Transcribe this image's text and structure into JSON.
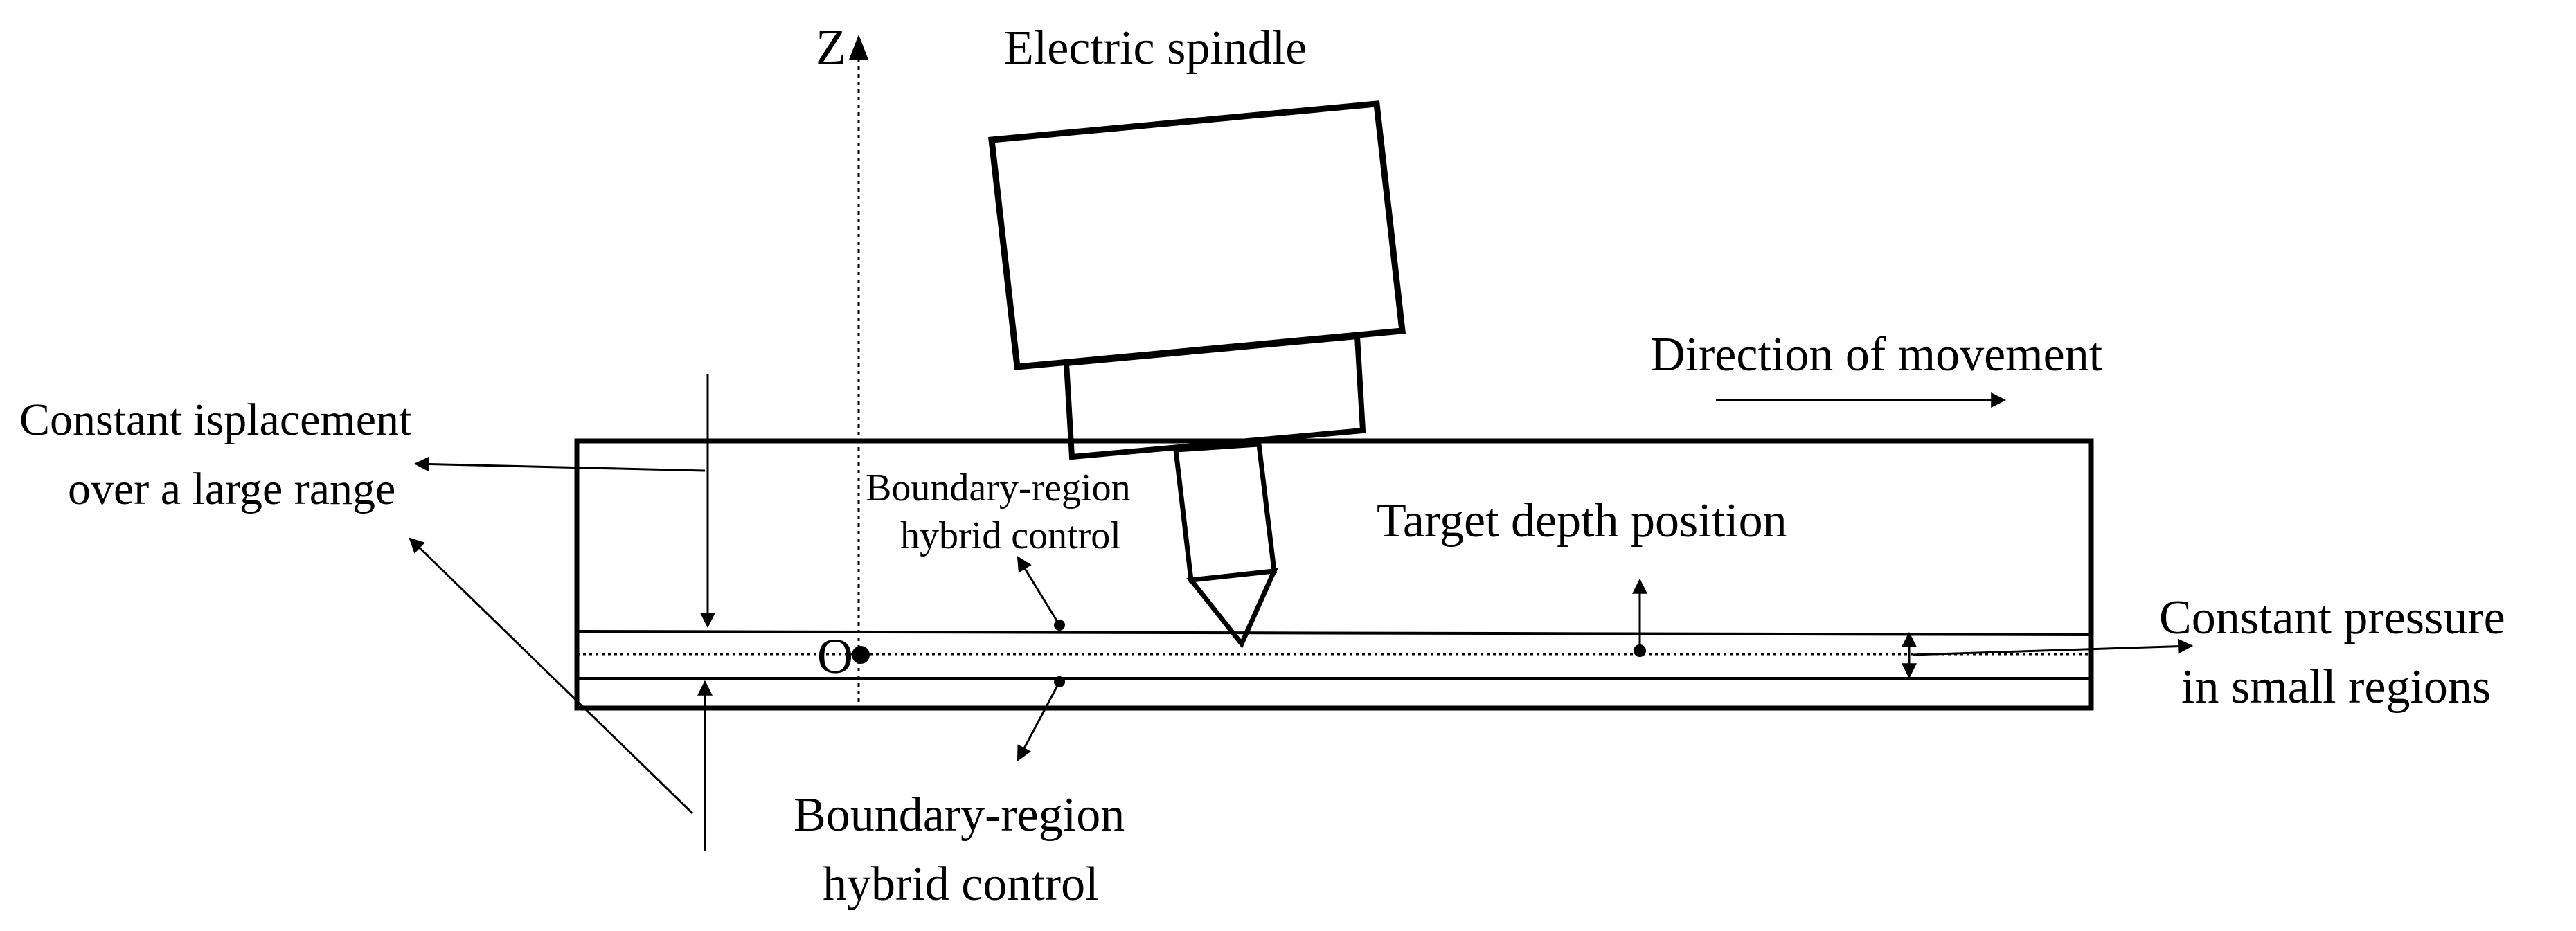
{
  "labels": {
    "axis_z": "Z",
    "origin": "O",
    "spindle": "Electric spindle",
    "direction": "Direction of movement",
    "constant_displacement": {
      "line1": "Constant isplacement",
      "line2": "over a large range"
    },
    "boundary_upper": {
      "line1": "Boundary-region",
      "line2": "hybrid control"
    },
    "target_depth": "Target depth position",
    "constant_pressure": {
      "line1": "Constant pressure",
      "line2": "in small regions"
    },
    "boundary_lower": {
      "line1": "Boundary-region",
      "line2": "hybrid control"
    }
  },
  "colors": {
    "ink": "#000000",
    "background": "#ffffff"
  }
}
